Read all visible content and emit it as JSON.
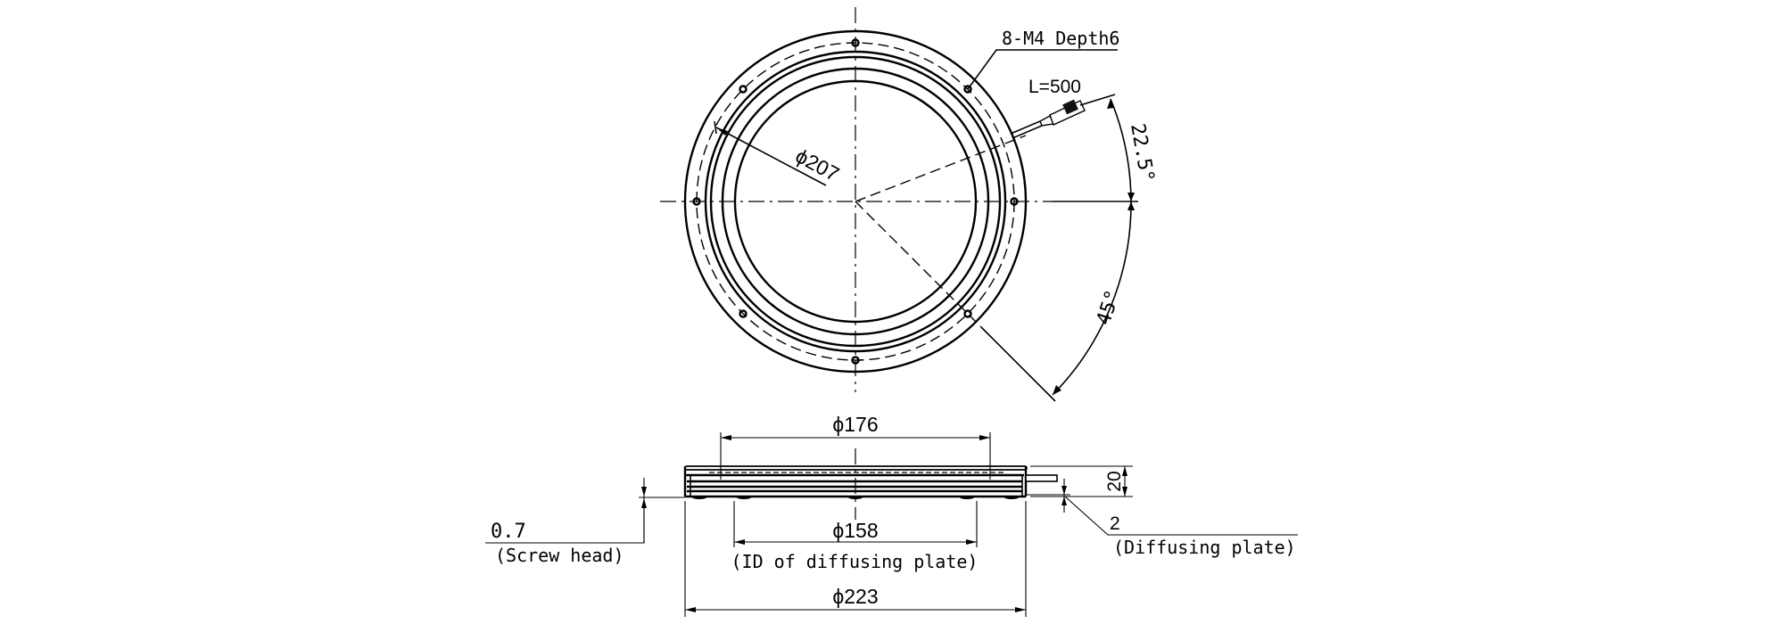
{
  "drawing": {
    "type": "technical mechanical drawing",
    "subject": "ring light (top view and side view)"
  },
  "top_view": {
    "labels": {
      "tapped_holes": "8-M4 Depth6",
      "cable_length": "L=500",
      "bolt_circle_diameter": "ϕ207",
      "angle_cable": "22.5°",
      "angle_holes": "45°"
    },
    "hole_count": 8
  },
  "side_view": {
    "labels": {
      "dia_176": "ϕ176",
      "dia_158": "ϕ158",
      "dia_158_note": "(ID of diffusing plate)",
      "dia_223": "ϕ223",
      "height": "20",
      "screw_head": "0.7",
      "screw_head_note": "(Screw head)",
      "diffuser": "2",
      "diffuser_note": "(Diffusing plate)"
    }
  }
}
